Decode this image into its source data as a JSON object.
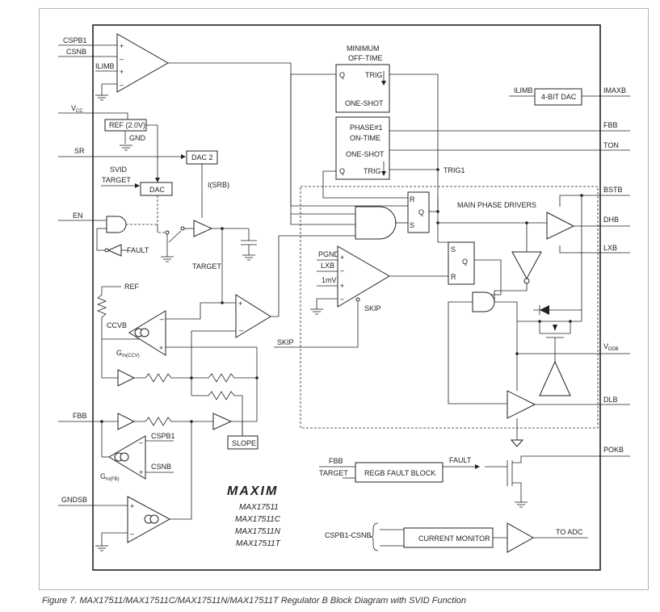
{
  "labels": {
    "cspb1": "CSPB1",
    "csnb": "CSNB",
    "ilimb_left": "ILIMB",
    "vcc": "V",
    "vcc_sub": "CC",
    "ref": "REF (2.0V)",
    "gnd": "GND",
    "sr": "SR",
    "dac2": "DAC 2",
    "svid": "SVID",
    "target_top": "TARGET",
    "dac": "DAC",
    "isrb": "I(SRB)",
    "en": "EN",
    "fault_left": "FAULT",
    "target_mid": "TARGET",
    "ref_small": "REF",
    "ccvb": "CCVB",
    "gm_ccv": "G",
    "gm_ccv_sub": "m(CCV)",
    "fbb_left": "FBB",
    "slope": "SLOPE",
    "cspb1_b": "CSPB1",
    "csnb_b": "CSNB",
    "gm_fb": "G",
    "gm_fb_sub": "m(FB)",
    "gndsb": "GNDSB",
    "min_off_1": "MINIMUM",
    "min_off_2": "OFF-TIME",
    "q_min": "Q",
    "trig_min": "TRIG",
    "oneshot_min": "ONE-SHOT",
    "phase_1": "PHASE#1",
    "phase_2": "ON-TIME",
    "oneshot_phase": "ONE-SHOT",
    "q_phase": "Q",
    "trig_phase": "TRIG",
    "trig1": "TRIG1",
    "ilimb_right": "ILIMB",
    "dac4": "4-BIT DAC",
    "imaxb": "IMAXB",
    "fbb_right": "FBB",
    "ton": "TON",
    "r_sr": "R",
    "q_sr": "Q",
    "s_sr": "S",
    "main_phase": "MAIN PHASE DRIVERS",
    "bstb": "BSTB",
    "dhb": "DHB",
    "lxb": "LXB",
    "pgnd": "PGND",
    "lxb_in": "LXB",
    "mv1": "1mV",
    "s_ff2": "S",
    "q_ff2": "Q",
    "r_ff2": "R",
    "skip_pin": "SKIP",
    "skip_in": "SKIP",
    "vddb": "V",
    "vddb_sub": "DDB",
    "dlb": "DLB",
    "fbb_fault": "FBB",
    "target_fault": "TARGET",
    "regb_fault": "REGB FAULT BLOCK",
    "fault_right": "FAULT",
    "pokb": "POKB",
    "maxim_logo": "MAXIM",
    "part1": "MAX17511",
    "part2": "MAX17511C",
    "part3": "MAX17511N",
    "part4": "MAX17511T",
    "cspb1_csnb": "CSPB1-CSNB",
    "current_monitor": "CURRENT MONITOR",
    "to_adc": "TO ADC",
    "plus": "+",
    "minus": "–"
  },
  "caption": "Figure 7. MAX17511/MAX17511C/MAX17511N/MAX17511T Regulator B Block Diagram with SVID Function"
}
